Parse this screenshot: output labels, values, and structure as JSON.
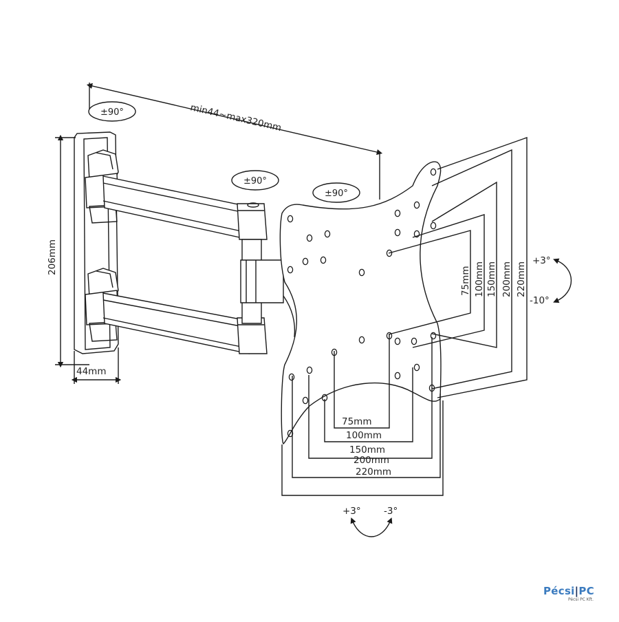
{
  "labels": {
    "arm_extension": "min44~max320mm",
    "wall_height": "206mm",
    "wall_depth": "44mm",
    "swivel_wall": "±90°",
    "swivel_middle": "±90°",
    "swivel_plate": "±90°",
    "tilt_up": "+3°",
    "tilt_down": "-10°",
    "roll_plus": "+3°",
    "roll_minus": "-3°",
    "vesa_h": [
      "75mm",
      "100mm",
      "150mm",
      "200mm",
      "220mm"
    ],
    "vesa_v": [
      "75mm",
      "100mm",
      "150mm",
      "200mm",
      "220mm"
    ]
  },
  "watermark": {
    "brand_left": "Pécsi",
    "brand_right": "PC",
    "tagline": "Pécsi PC Kft."
  },
  "colors": {
    "line": "#1a1a1a",
    "brand": "#3b7bbf"
  }
}
